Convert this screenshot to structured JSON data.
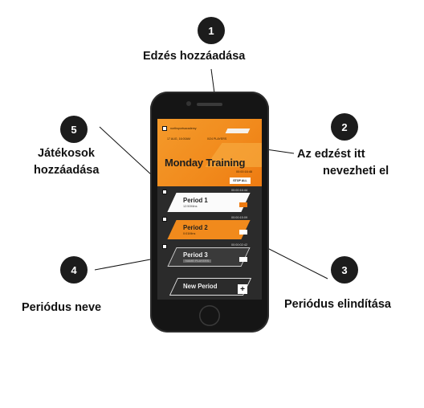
{
  "callouts": [
    {
      "num": "1",
      "label": "Edzés hozzáadása"
    },
    {
      "num": "2",
      "label_line1": "Az edzést itt",
      "label_line2": "nevezheti el"
    },
    {
      "num": "3",
      "label": "Periódus elindítása"
    },
    {
      "num": "4",
      "label": "Periódus neve"
    },
    {
      "num": "5",
      "label_line1": "Játékosok",
      "label_line2": "hozzáadása"
    }
  ],
  "app": {
    "team_row": "northsportsacademy",
    "date_row": "17 AUG, 16:00AM",
    "players_row": "0/24 PLAYERS",
    "title": "Monday Training",
    "total_timer": "00:00:16:46",
    "stop_label": "STOP ALL",
    "periods": [
      {
        "name": "Period 1",
        "sub": "12:50Mins",
        "time": "00:00:16:44",
        "state": "active"
      },
      {
        "name": "Period 2",
        "sub": "0:01Mins",
        "time": "00:00:15:09",
        "state": "active"
      },
      {
        "name": "Period 3",
        "sub": "NAME PLAYERS",
        "time": "00:00:02:42",
        "state": "idle"
      }
    ],
    "new_period_label": "New Period",
    "plus": "+"
  },
  "colors": {
    "accent": "#f18a1c",
    "dark": "#2b2b2b",
    "phone": "#151515"
  }
}
